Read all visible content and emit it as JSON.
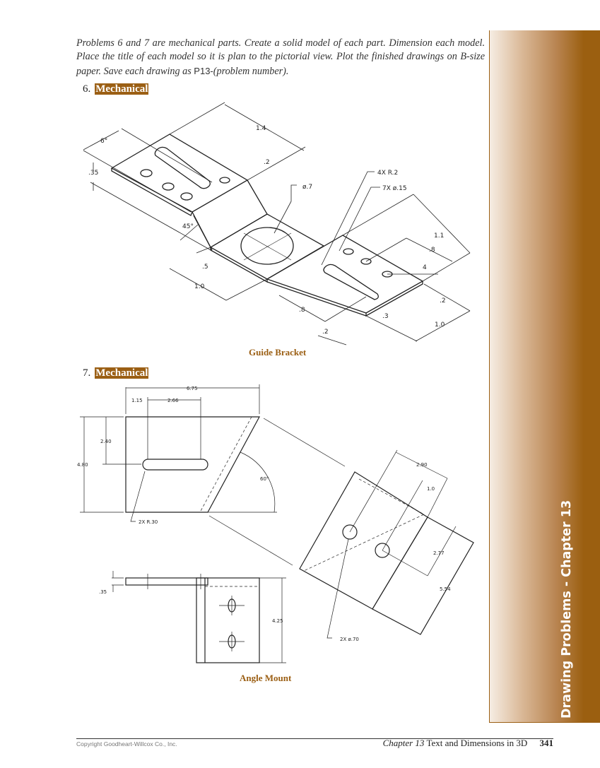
{
  "intro": {
    "text_before": "Problems 6 and 7 are mechanical parts. Create a solid model of each part. Dimension each model. Place the title of each model so it is plan to the pictorial view. Plot the finished drawings on B-size paper. Save each drawing as ",
    "filename": "P13-",
    "text_after": "(problem number)."
  },
  "problems": [
    {
      "number": "6.",
      "tag": "Mechanical",
      "caption": "Guide Bracket",
      "dimensions": {
        "d_1_4": "1.4",
        "d_6deg": "6°",
        "d_35": ".35",
        "d_2a": ".2",
        "d_dia7": "ø.7",
        "d_4xr2": "4X R.2",
        "d_7xdia15": "7X ø.15",
        "d_45": "45°",
        "d_5": ".5",
        "d_1_0a": "1.0",
        "d_1_1": "1.1",
        "d_8a": ".8",
        "d_4": "4",
        "d_2b": ".2",
        "d_8b": ".8",
        "d_3": ".3",
        "d_2c": ".2",
        "d_1_0b": "1.0"
      }
    },
    {
      "number": "7.",
      "tag": "Mechanical",
      "caption": "Angle Mount",
      "dimensions": {
        "d_6_75": "6.75",
        "d_1_15": "1.15",
        "d_2_66": "2.66",
        "d_2_40": "2.40",
        "d_4_80": "4.80",
        "d_60": "60°",
        "d_2xr30": "2X R.30",
        "d_2_90": "2.90",
        "d_1_0": "1.0",
        "d_2_77": "2.77",
        "d_5_54": "5.54",
        "d_2xdia70": "2X ø.70",
        "d_35": ".35",
        "d_4_25": "4.25"
      }
    }
  ],
  "sidebar": {
    "label": "Drawing Problems - Chapter 13",
    "color": "#9b5f10"
  },
  "footer": {
    "copyright": "Copyright Goodheart-Willcox Co., Inc.",
    "chapter": "Chapter 13",
    "chapter_title": "Text and Dimensions in 3D",
    "page_number": "341"
  }
}
